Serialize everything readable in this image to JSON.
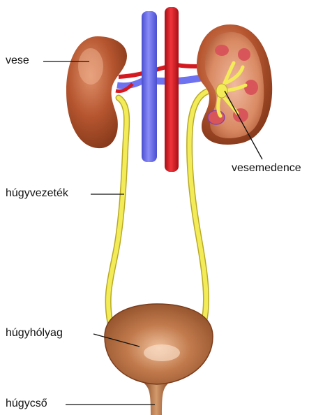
{
  "labels": {
    "kidney": "vese",
    "ureter": "húgyvezeték",
    "renal_pelvis": "vesemedence",
    "bladder": "húgyhólyag",
    "urethra": "húgycső"
  },
  "colors": {
    "kidney": "#b5552f",
    "kidney_dark": "#7d3417",
    "kidney_highlight": "#d98a63",
    "vein": "#6f72f0",
    "artery": "#e21a22",
    "ureter": "#f3ec58",
    "ureter_edge": "#b8a927",
    "bladder": "#b06a3e",
    "leader_line": "#111111"
  }
}
